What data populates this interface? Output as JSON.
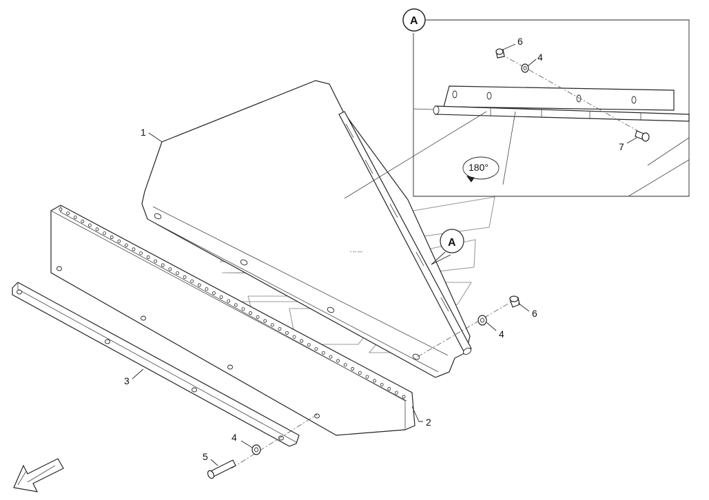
{
  "detail": {
    "letter": "A",
    "rotation_label": "180°"
  },
  "callouts": {
    "c1": "1",
    "c2": "2",
    "c3": "3",
    "c4a": "4",
    "c4b": "4",
    "c4c": "4",
    "c5": "5",
    "c6a": "6",
    "c6b": "6",
    "c7": "7"
  },
  "icons": {
    "view_arrow": "direction-arrow-icon",
    "rotation": "rotate-180-icon"
  }
}
